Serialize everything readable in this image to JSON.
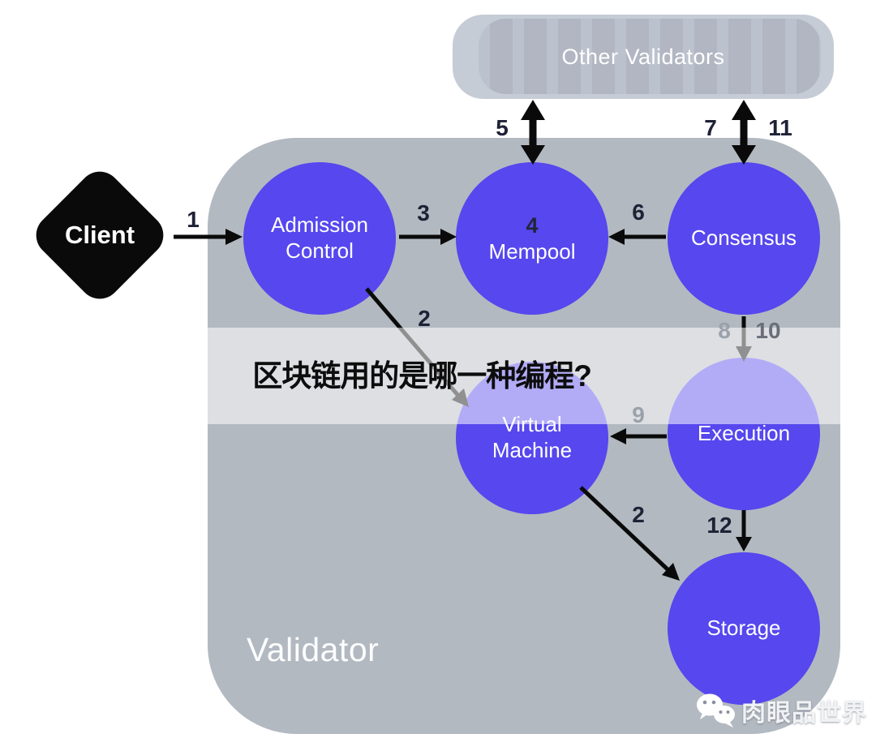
{
  "title": {
    "text": "区块链用的是哪一种编程?"
  },
  "client": {
    "label": "Client"
  },
  "validator": {
    "label": "Validator"
  },
  "other_validators": {
    "label": "Other Validators"
  },
  "nodes": {
    "admission_control": {
      "line1": "Admission",
      "line2": "Control"
    },
    "mempool": {
      "badge": "4",
      "label": "Mempool"
    },
    "consensus": {
      "label": "Consensus"
    },
    "virtual_machine": {
      "line1": "Virtual",
      "line2": "Machine"
    },
    "execution": {
      "label": "Execution"
    },
    "storage": {
      "label": "Storage"
    }
  },
  "edge_labels": {
    "client_to_admission": "1",
    "admission_to_vm": "2",
    "admission_to_mempool": "3",
    "mempool_to_validators": "5",
    "consensus_to_mempool": "6",
    "consensus_to_validators_left": "7",
    "consensus_to_execution_left": "8",
    "execution_to_vm": "9",
    "consensus_to_execution_right": "10",
    "consensus_to_validators_right": "11",
    "execution_to_storage": "12",
    "vm_to_storage": "2"
  },
  "watermark": {
    "text": "肉眼品世界",
    "icon": "wechat-icon"
  },
  "colors": {
    "node_purple": "#5647ee",
    "validator_gray": "#b3b9c1",
    "other_validators_gray": "#c6ccd6",
    "arrow_black": "#0a0a0a",
    "edge_label_dark": "#1f2235",
    "edge_label_washed": "#9aa1ab",
    "edge_label_mid": "#696e78",
    "overlay_band": "rgba(255,255,255,0.55)",
    "title_black": "#0d0d0d",
    "watermark_white": "#f0f2f4"
  }
}
